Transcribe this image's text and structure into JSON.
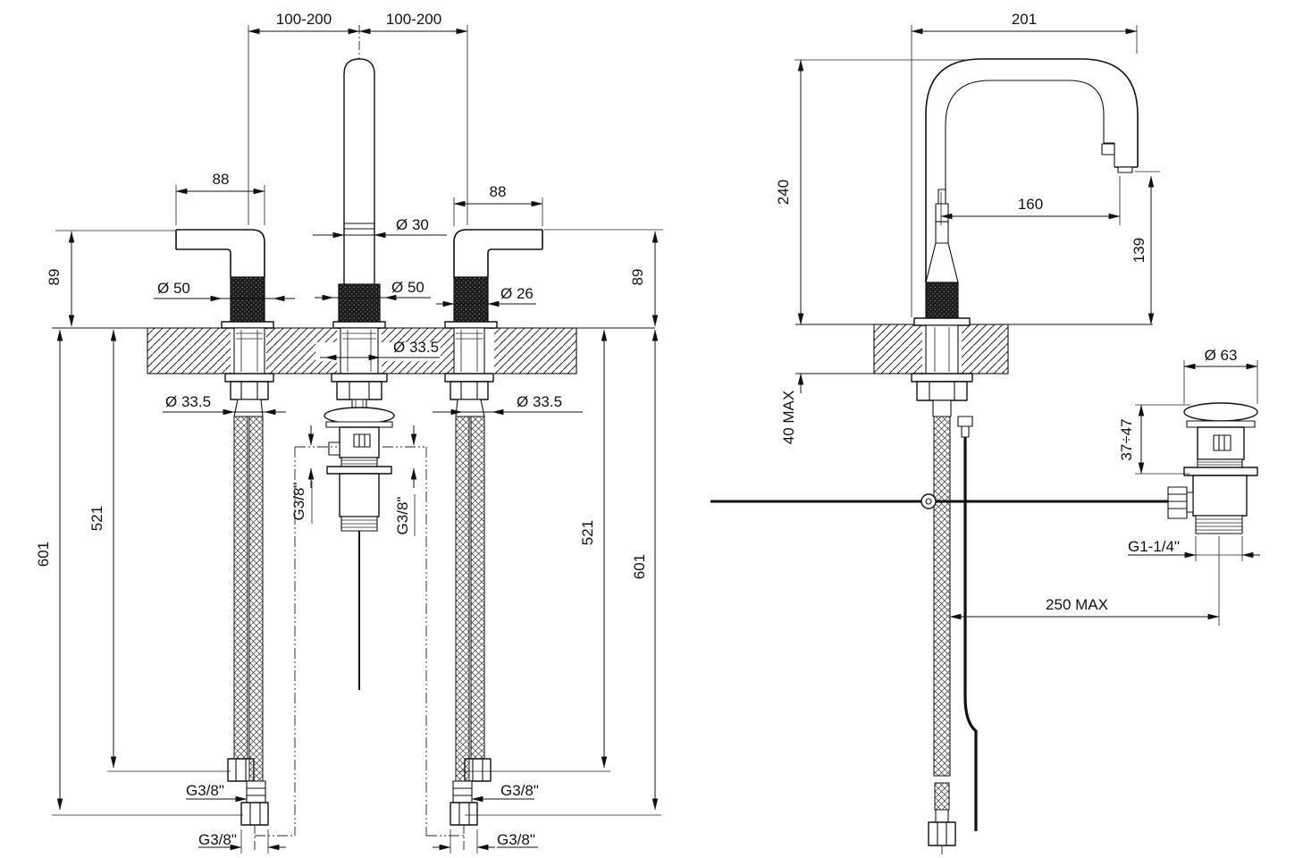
{
  "front_view": {
    "spacing_left": "100-200",
    "spacing_right": "100-200",
    "handle_width_left": "88",
    "handle_width_right": "88",
    "spout_diameter": "Ø 30",
    "base_diameter_left": "Ø 50",
    "base_diameter_center": "Ø 50",
    "handle_diameter_right": "Ø 26",
    "height_above_deck_left": "89",
    "height_above_deck_right": "89",
    "shank_diameter_left": "Ø 33.5",
    "shank_diameter_center": "Ø 33.5",
    "shank_diameter_right": "Ø 33.5",
    "hose_length_left": "521",
    "hose_length_right": "521",
    "total_length_left": "601",
    "total_length_right": "601",
    "popup_thread_left": "G3/8\"",
    "popup_thread_right": "G3/8\"",
    "hose_thread_left_valve": "G3/8\"",
    "hose_thread_left_end": "G3/8\"",
    "hose_thread_right_valve": "G3/8\"",
    "hose_thread_right_end": "G3/8\""
  },
  "side_view": {
    "spout_projection": "201",
    "spout_height": "240",
    "spout_reach": "160",
    "outlet_height": "139",
    "deck_thickness": "40 MAX",
    "rod_reach": "250 MAX"
  },
  "drain_detail": {
    "cap_diameter": "Ø 63",
    "cap_height_range": "37÷47",
    "waste_thread": "G1-1/4\""
  }
}
